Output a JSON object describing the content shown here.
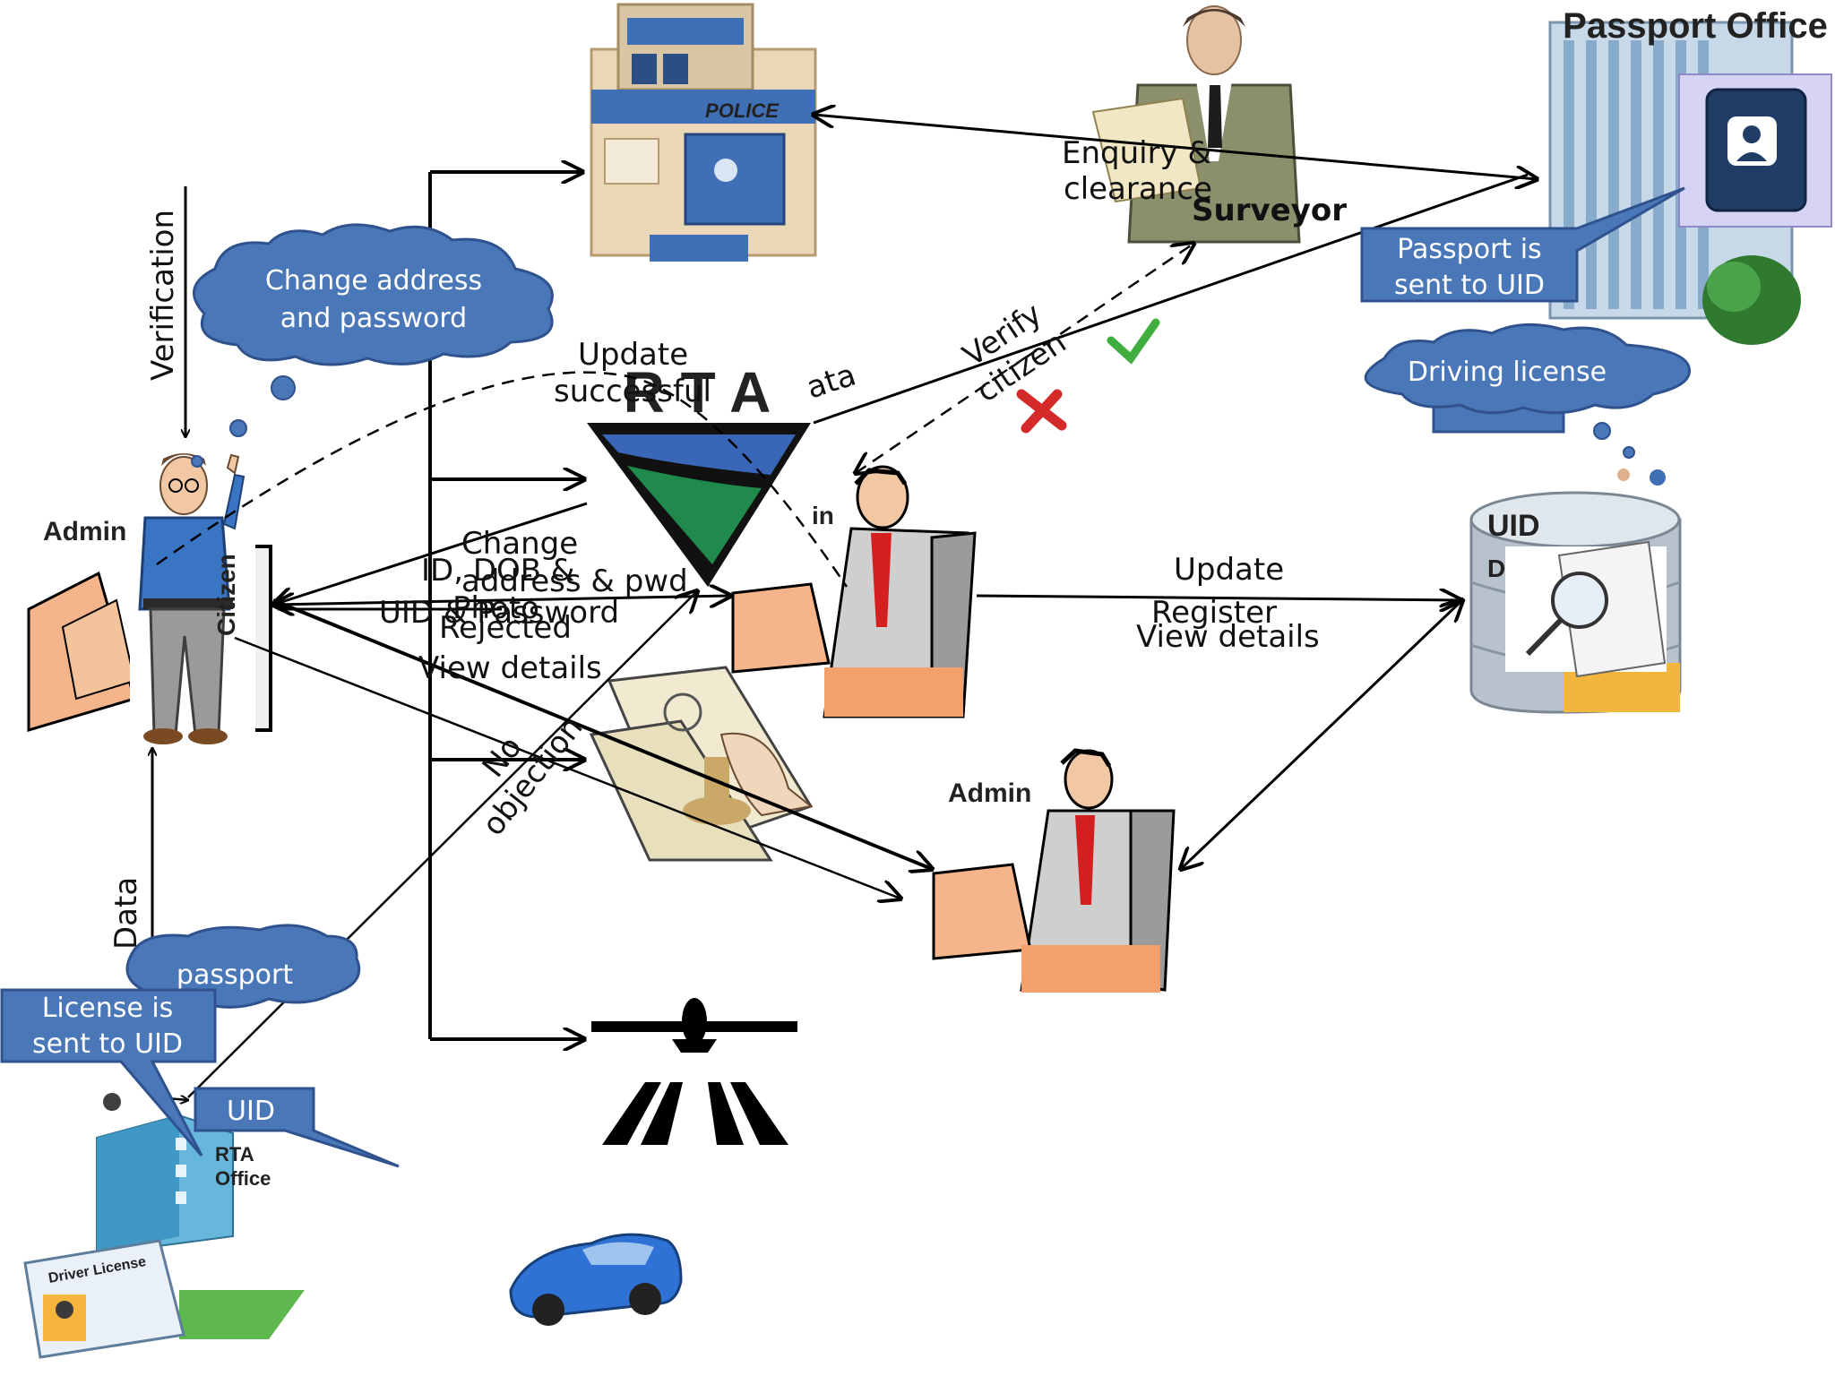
{
  "labels": {
    "passport_office": "Passport Office",
    "police_sign": "POLICE",
    "surveyor": "Surveyor",
    "rta_logo": "R T A",
    "uid": "UID",
    "rta_office_line1": "RTA",
    "rta_office_line2": "Office",
    "driver_license_card": "Driver License",
    "admin_left": "Admin",
    "admin_bottom": "Admin",
    "admin_center_partial": "in",
    "citizen": "Citizen",
    "uid_db_partial": "D"
  },
  "edge_labels": {
    "verification": "Verification",
    "enquiry_line1": "Enquiry &",
    "enquiry_line2": "clearance",
    "update_success_line1": "Update",
    "update_success_line2": "successful",
    "data_partial": "ata",
    "verify_line1": "Verify",
    "verify_line2": "citizen",
    "change_line1": "Change",
    "change_line2": "address & pwd",
    "id_dob_line1": "ID, DOB &",
    "id_dob_line2": "Photo",
    "uid_password": "UID & Password",
    "rejected": "Rejected",
    "view_details_left": "View details",
    "no_objection_line1": "No",
    "no_objection_line2": "objection",
    "update_right": "Update",
    "register": "Register",
    "view_details_right": "View details",
    "data_bottom": "Data"
  },
  "callouts": {
    "change_address_line1": "Change address",
    "change_address_line2": "and password",
    "driving_license": "Driving license",
    "passport_sent_line1": "Passport is",
    "passport_sent_line2": "sent to UID",
    "passport": "passport",
    "license_sent_line1": "License is",
    "license_sent_line2": "sent to UID",
    "uid_callout": "UID"
  },
  "colors": {
    "callout_fill": "#4a77b7",
    "callout_stroke": "#2f528f",
    "rta_blue": "#3a66b8",
    "rta_green": "#1f8a4c",
    "tick_green": "#3fae3f",
    "cross_red": "#d42a2a"
  }
}
